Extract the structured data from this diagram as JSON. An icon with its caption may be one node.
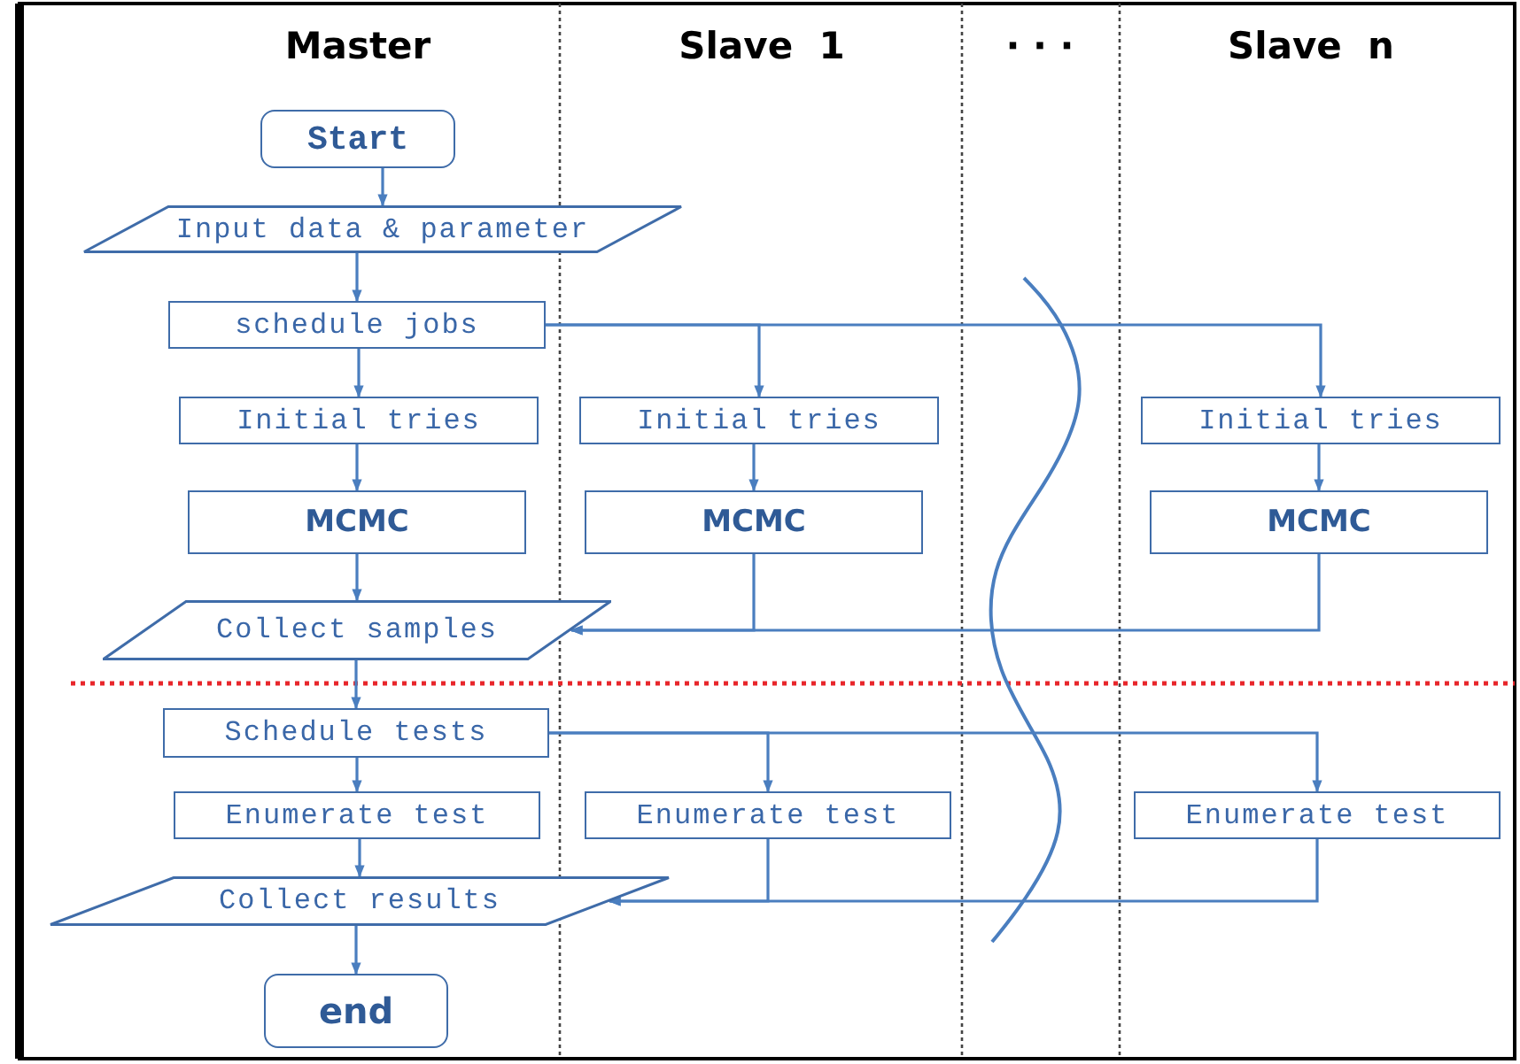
{
  "diagram": {
    "nodes": [
      {
        "text": [
          "Start"
        ]
      },
      {
        "text": [
          "Input data & parameter"
        ]
      },
      {
        "text": [
          "schedule jobs"
        ]
      },
      {
        "text": [
          "Initial tries"
        ]
      },
      {
        "text": [
          "Initial tries"
        ]
      },
      {
        "text": [
          "Initial tries"
        ]
      },
      {
        "text": [
          "MCMC"
        ]
      },
      {
        "text": [
          "MCMC"
        ]
      },
      {
        "text": [
          "MCMC"
        ]
      },
      {
        "text": [
          "Collect samples"
        ]
      },
      {
        "text": [
          "Schedule tests"
        ]
      },
      {
        "text": [
          "Enumerate test"
        ]
      },
      {
        "text": [
          "Enumerate test"
        ]
      },
      {
        "text": [
          "Enumerate test"
        ]
      },
      {
        "text": [
          "Collect results"
        ]
      },
      {
        "text": [
          "end"
        ]
      }
    ],
    "edges": [
      {
        "from": 0,
        "to": 1,
        "arrow": "to"
      },
      {
        "from": 1,
        "to": 2,
        "arrow": "to"
      },
      {
        "from": 2,
        "to": 3,
        "arrow": "to"
      },
      {
        "from": 2,
        "to": 4,
        "arrow": "to"
      },
      {
        "from": 2,
        "to": 5,
        "arrow": "to"
      },
      {
        "from": 3,
        "to": 6,
        "arrow": "to"
      },
      {
        "from": 4,
        "to": 7,
        "arrow": "to"
      },
      {
        "from": 5,
        "to": 8,
        "arrow": "to"
      },
      {
        "from": 6,
        "to": 9,
        "arrow": "to"
      },
      {
        "from": 7,
        "to": 9,
        "arrow": "to"
      },
      {
        "from": 8,
        "to": 9,
        "arrow": "to"
      },
      {
        "from": 9,
        "to": 10,
        "arrow": "to"
      },
      {
        "from": 10,
        "to": 11,
        "arrow": "to"
      },
      {
        "from": 10,
        "to": 12,
        "arrow": "to"
      },
      {
        "from": 10,
        "to": 13,
        "arrow": "to"
      },
      {
        "from": 11,
        "to": 14,
        "arrow": "to"
      },
      {
        "from": 12,
        "to": 14,
        "arrow": "to"
      },
      {
        "from": 13,
        "to": 14,
        "arrow": "to"
      },
      {
        "from": 14,
        "to": 15,
        "arrow": "to"
      }
    ],
    "labels": [
      "Master",
      "Slave  1",
      "· · ·",
      "Slave  n"
    ]
  }
}
